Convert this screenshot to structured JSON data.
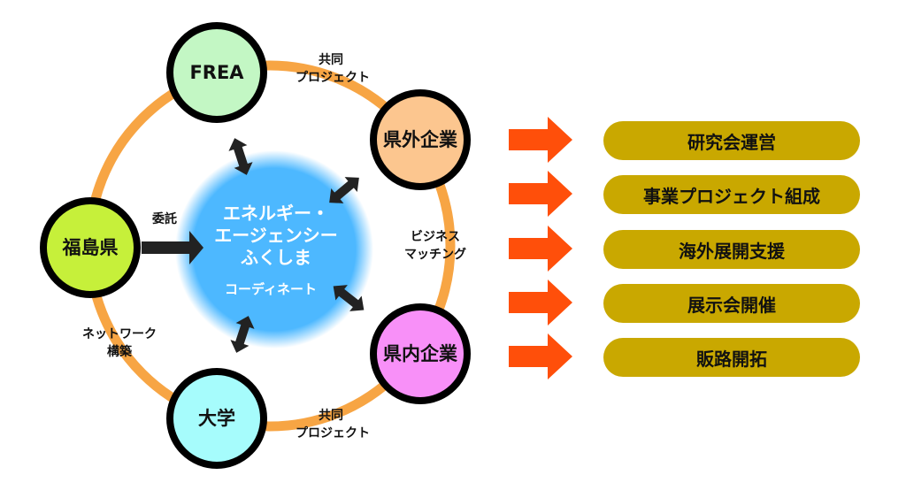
{
  "colors": {
    "ring": "#f7a544",
    "node_border": "#000000",
    "center_blob": "#4db8ff",
    "black_arrow": "#222222",
    "orange_arrow": "#ff4f0a",
    "pill": "#c9a800"
  },
  "center": {
    "lines": [
      "エネルギー・",
      "エージェンシー",
      "ふくしま"
    ],
    "sub": "コーディネート"
  },
  "nodes": [
    {
      "id": "frea",
      "label": "FREA",
      "color": "#c3f7c4"
    },
    {
      "id": "outside-companies",
      "label": "県外企業",
      "color": "#fcc68f"
    },
    {
      "id": "fukushima-pref",
      "label": "福島県",
      "color": "#c6f03a"
    },
    {
      "id": "inside-companies",
      "label": "県内企業",
      "color": "#f890f8"
    },
    {
      "id": "university",
      "label": "大学",
      "color": "#a6fcfc"
    }
  ],
  "edge_labels": {
    "frea_outside": [
      "共同",
      "プロジェクト"
    ],
    "outside_inside": [
      "ビジネス",
      "マッチング"
    ],
    "inside_university": [
      "共同",
      "プロジェクト"
    ],
    "pref_university": [
      "ネットワーク",
      "構築"
    ],
    "pref_center": "委託"
  },
  "outcomes": [
    {
      "label": "研究会運営"
    },
    {
      "label": "事業プロジェクト組成"
    },
    {
      "label": "海外展開支援"
    },
    {
      "label": "展示会開催"
    },
    {
      "label": "販路開拓"
    }
  ]
}
